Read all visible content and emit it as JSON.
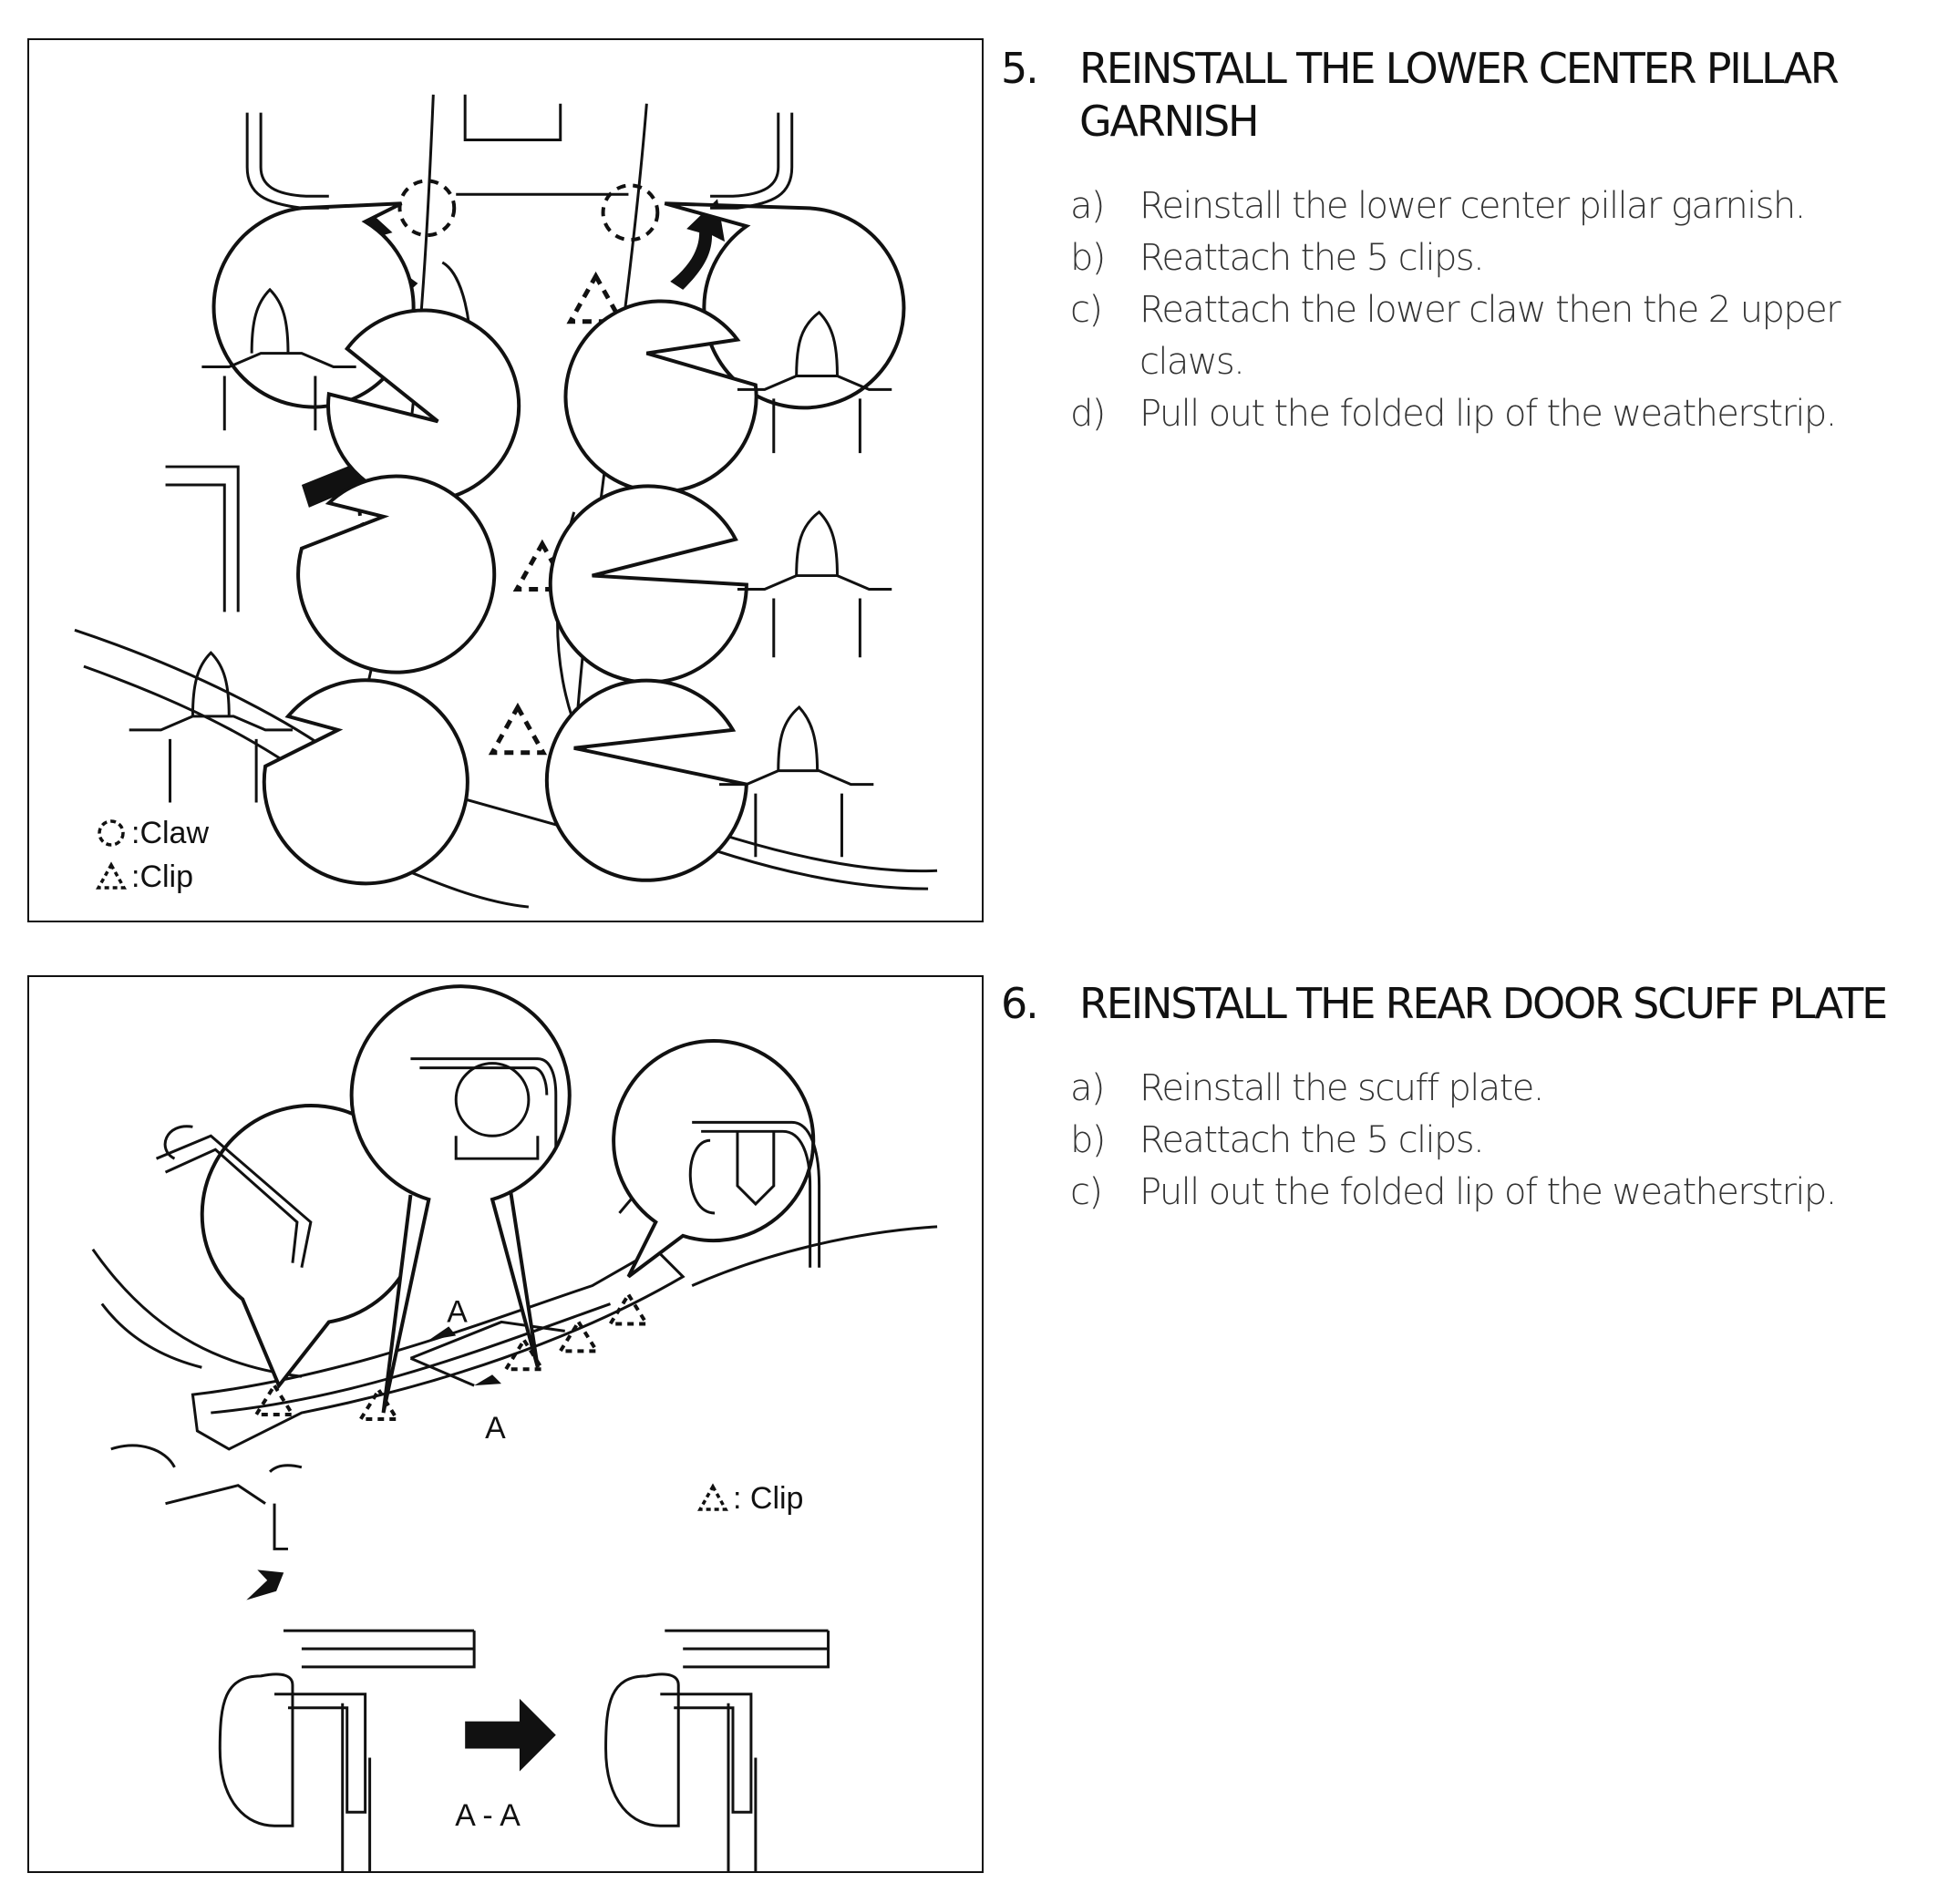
{
  "sections": [
    {
      "number": "5.",
      "title": "REINSTALL THE LOWER CENTER PILLAR GARNISH",
      "steps": [
        {
          "letter": "a)",
          "text": "Reinstall the lower center pillar garnish."
        },
        {
          "letter": "b)",
          "text": "Reattach the 5 clips."
        },
        {
          "letter": "c)",
          "text": "Reattach the lower claw then the 2 upper claws."
        },
        {
          "letter": "d)",
          "text": "Pull out the folded lip of the weatherstrip."
        }
      ]
    },
    {
      "number": "6.",
      "title": "REINSTALL THE REAR DOOR SCUFF PLATE",
      "steps": [
        {
          "letter": "a)",
          "text": "Reinstall the scuff plate."
        },
        {
          "letter": "b)",
          "text": "Reattach the 5 clips."
        },
        {
          "letter": "c)",
          "text": "Pull out the folded lip of the weatherstrip."
        }
      ]
    }
  ],
  "figure1": {
    "legend_claw": ":Claw",
    "legend_clip": ":Clip"
  },
  "figure2": {
    "legend_clip": ": Clip",
    "section_mark": "A",
    "section_label": "A - A"
  },
  "icons": {
    "claw": "dashed-circle-icon",
    "clip": "dashed-triangle-icon",
    "arrow": "bold-arrow-icon"
  }
}
